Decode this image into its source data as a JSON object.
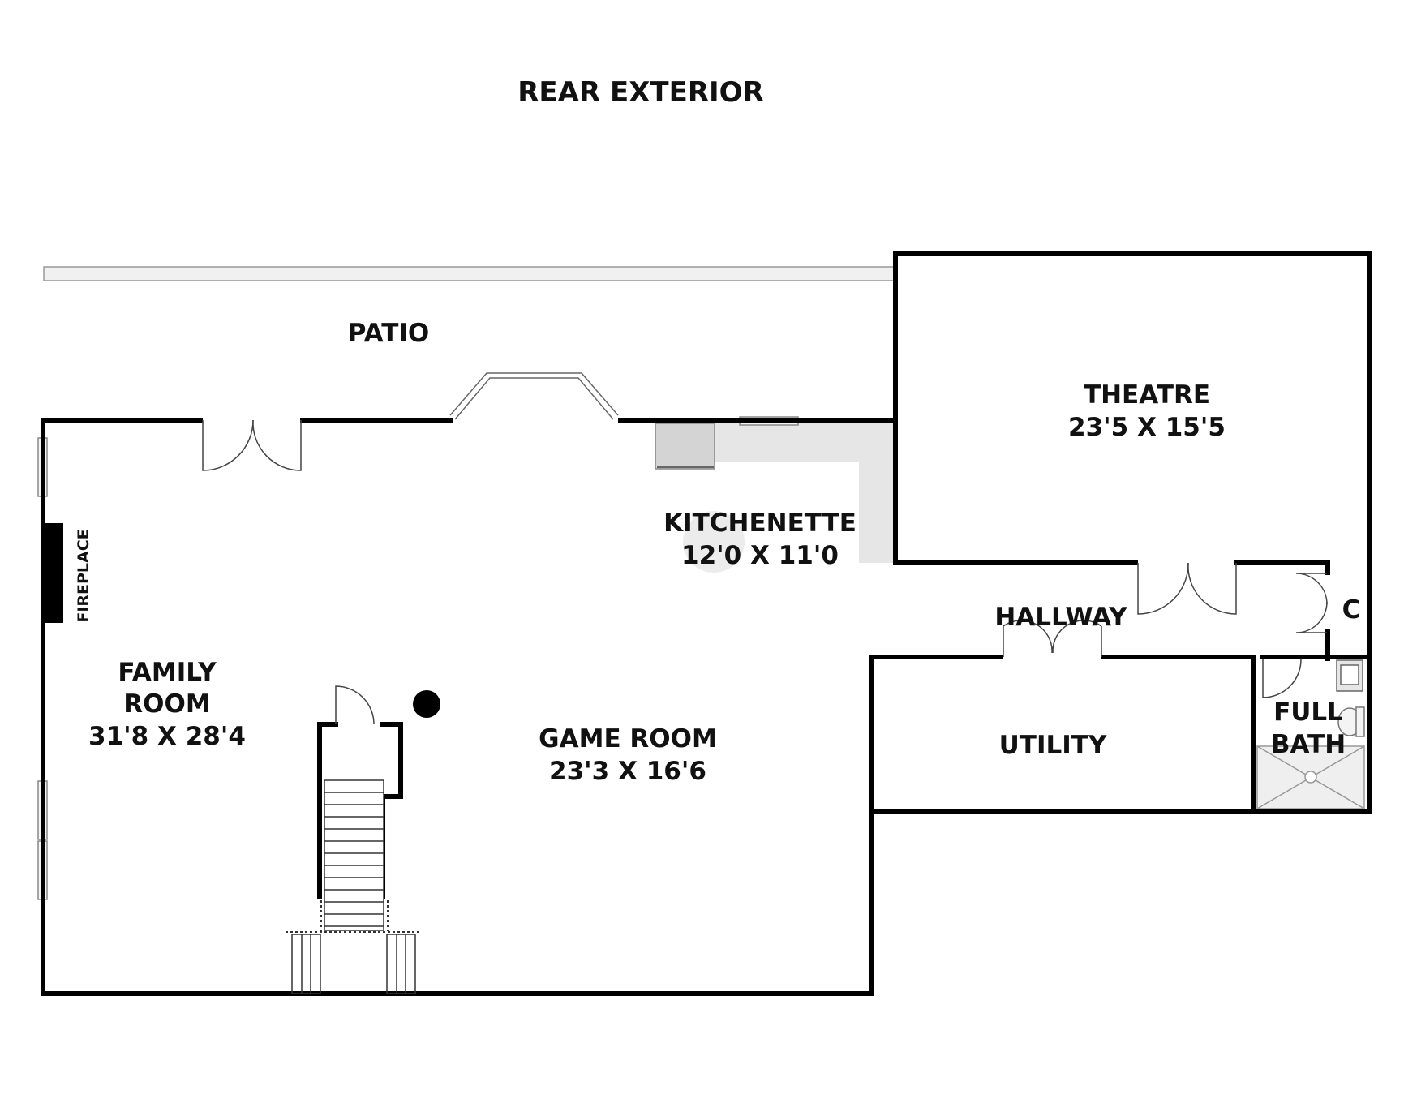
{
  "plan": {
    "exterior_label": "REAR EXTERIOR",
    "patio": {
      "name": "PATIO"
    },
    "theatre": {
      "name": "THEATRE",
      "dims": "23'5 X 15'5"
    },
    "kitchenette": {
      "name": "KITCHENETTE",
      "dims": "12'0 X 11'0"
    },
    "hallway": {
      "name": "HALLWAY"
    },
    "closet": {
      "name": "C"
    },
    "family_room": {
      "name_line1": "FAMILY",
      "name_line2": "ROOM",
      "dims": "31'8 X 28'4"
    },
    "fireplace": {
      "name": "FIREPLACE"
    },
    "game_room": {
      "name": "GAME ROOM",
      "dims": "23'3 X 16'6"
    },
    "utility": {
      "name": "UTILITY"
    },
    "full_bath": {
      "name_line1": "FULL",
      "name_line2": "BATH"
    }
  },
  "colors": {
    "wall": "#000000",
    "fixture": "#e2e2e2",
    "background": "#ffffff"
  }
}
